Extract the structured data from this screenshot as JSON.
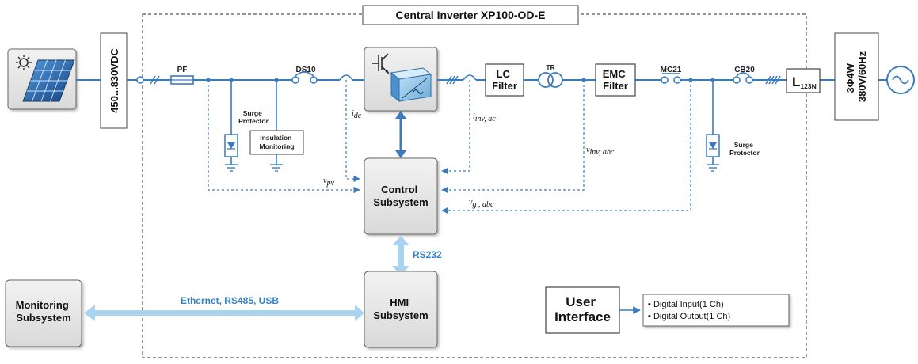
{
  "title": "Central Inverter XP100-OD-E",
  "dc_input": "450...830VDC",
  "ac_output": {
    "line1": "3Φ4W",
    "line2": "380V/60Hz"
  },
  "labels": {
    "pf": "PF",
    "ds10": "DS10",
    "surge_protector_1": [
      "Surge",
      "Protector"
    ],
    "insulation_monitoring": [
      "Insulation",
      "Monitoring"
    ],
    "lc_filter": [
      "LC",
      "Filter"
    ],
    "tr": "TR",
    "emc_filter": [
      "EMC",
      "Filter"
    ],
    "mc21": "MC21",
    "cb20": "CB20",
    "l123n": {
      "main": "L",
      "sub": "123N"
    },
    "surge_protector_2": [
      "Surge",
      "Protector"
    ]
  },
  "signals": {
    "idc": {
      "main": "i",
      "sub": "dc"
    },
    "iinv": {
      "main": "i",
      "sub": "inv, ac"
    },
    "vinv": {
      "main": "v",
      "sub": "inv, abc"
    },
    "vpv": {
      "main": "v",
      "sub": "pv"
    },
    "vg": {
      "main": "v",
      "sub": "g , abc"
    }
  },
  "blocks": {
    "control": [
      "Control",
      "Subsystem"
    ],
    "hmi": [
      "HMI",
      "Subsystem"
    ],
    "monitoring": [
      "Monitoring",
      "Subsystem"
    ],
    "user_interface": [
      "User",
      "Interface"
    ]
  },
  "links": {
    "rs232": "RS232",
    "ethernet": "Ethernet, RS485, USB"
  },
  "user_interface_items": [
    "Digital Input(1 Ch)",
    "Digital Output(1 Ch)"
  ],
  "colors": {
    "bus": "#3a7bbf",
    "link": "#a9d3ee",
    "block": "#e2e2e2",
    "frame": "#555555"
  }
}
